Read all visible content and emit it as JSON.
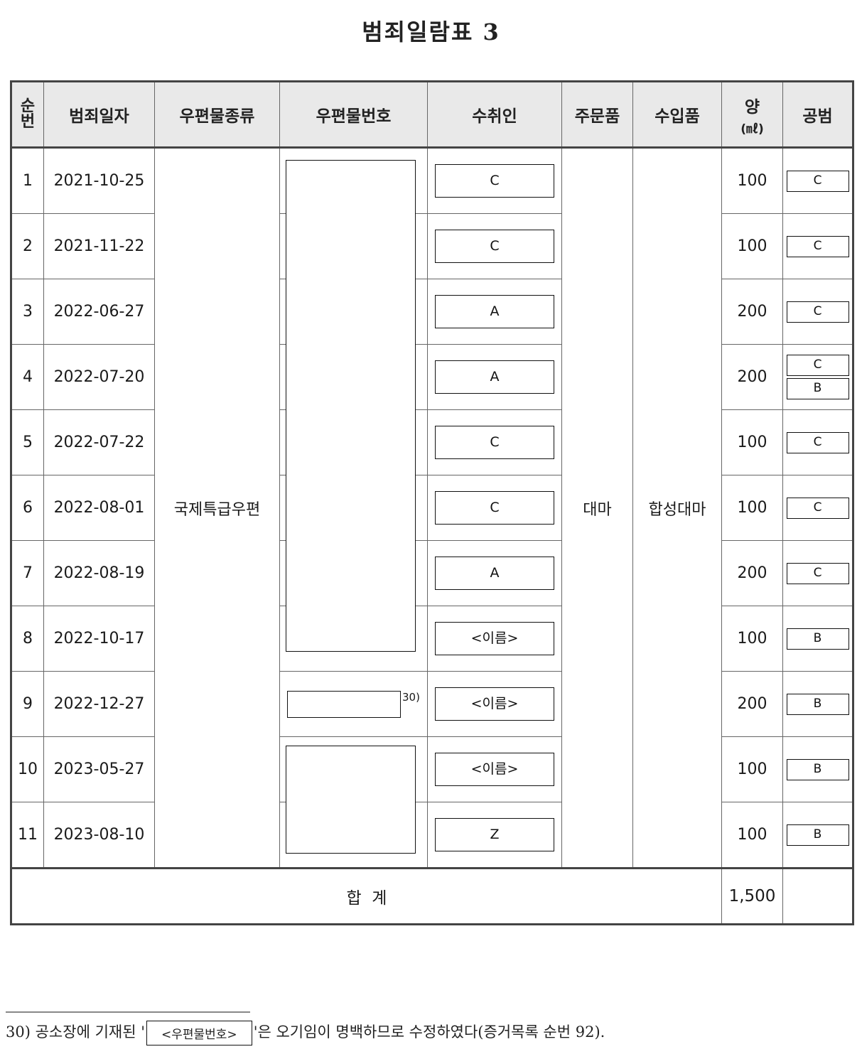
{
  "document": {
    "title": "범죄일람표 3"
  },
  "table": {
    "headers": {
      "seq": "순번",
      "date": "범죄일자",
      "mail_type": "우편물종류",
      "mail_number": "우편물번호",
      "recipient": "수취인",
      "ordered_item": "주문품",
      "imported_item": "수입품",
      "amount": "양",
      "amount_unit": "(㎖)",
      "accomplice": "공범"
    },
    "merged": {
      "mail_type": "국제특급우편",
      "ordered_item": "대마",
      "imported_item": "합성대마"
    },
    "rows": [
      {
        "seq": "1",
        "date": "2021-10-25",
        "recipient": "C",
        "amount": "100",
        "accomplices": [
          "C"
        ]
      },
      {
        "seq": "2",
        "date": "2021-11-22",
        "recipient": "C",
        "amount": "100",
        "accomplices": [
          "C"
        ]
      },
      {
        "seq": "3",
        "date": "2022-06-27",
        "recipient": "A",
        "amount": "200",
        "accomplices": [
          "C"
        ]
      },
      {
        "seq": "4",
        "date": "2022-07-20",
        "recipient": "A",
        "amount": "200",
        "accomplices": [
          "C",
          "B"
        ]
      },
      {
        "seq": "5",
        "date": "2022-07-22",
        "recipient": "C",
        "amount": "100",
        "accomplices": [
          "C"
        ]
      },
      {
        "seq": "6",
        "date": "2022-08-01",
        "recipient": "C",
        "amount": "100",
        "accomplices": [
          "C"
        ]
      },
      {
        "seq": "7",
        "date": "2022-08-19",
        "recipient": "A",
        "amount": "200",
        "accomplices": [
          "C"
        ]
      },
      {
        "seq": "8",
        "date": "2022-10-17",
        "recipient": "<이름>",
        "amount": "100",
        "accomplices": [
          "B"
        ]
      },
      {
        "seq": "9",
        "date": "2022-12-27",
        "recipient": "<이름>",
        "amount": "200",
        "accomplices": [
          "B"
        ],
        "mail_number_footnote": "30)"
      },
      {
        "seq": "10",
        "date": "2023-05-27",
        "recipient": "<이름>",
        "amount": "100",
        "accomplices": [
          "B"
        ]
      },
      {
        "seq": "11",
        "date": "2023-08-10",
        "recipient": "Z",
        "amount": "100",
        "accomplices": [
          "B"
        ]
      }
    ],
    "total": {
      "label": "합  계",
      "amount": "1,500"
    }
  },
  "footnote": {
    "number": "30)",
    "text_before": "공소장에 기재된 '",
    "redacted_label": "<우편물번호>",
    "text_after": "'은 오기임이 명백하므로 수정하였다(증거목록 순번 92)."
  }
}
